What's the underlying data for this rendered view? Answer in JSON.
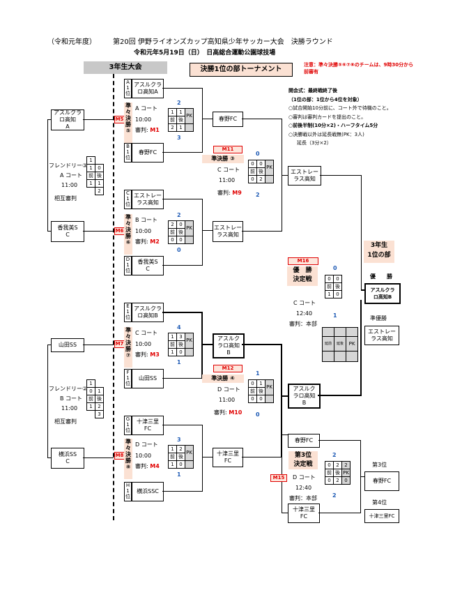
{
  "header": {
    "era": "（令和元年度）",
    "title": "第20回 伊野ライオンズカップ高知県少年サッカー大会　決勝ラウンド",
    "date_venue": "令和元年5月19日（日）　日高総合運動公園球技場"
  },
  "labels": {
    "grade": "3年生大会",
    "tournament": "決勝1位の部トーナメント",
    "notice": "注意：準々決勝⑤⑥⑦⑧のチームは、9時30分から前審有"
  },
  "rules": [
    "開会式：最終戦終了後",
    "（1位の部：1位から4位を対象）",
    "○試合開始10分前に、コート外で待機のこと。",
    "○審判は審判カードを提出のこと。",
    "○前後半制(10分×2)・ハーフタイム5分",
    "○決勝戦以外は延長戦無(PK：3人)",
    "延長（3分×2）"
  ],
  "common": {
    "first": "前",
    "second": "後",
    "pk": "PK",
    "first_v": "延前",
    "second_v": "延後",
    "mutual_ref": "相互審判",
    "time1100": "11:00",
    "time1000": "10:00",
    "time1240": "12:40",
    "ref": "審判:"
  },
  "left_teams": [
    {
      "name": "アスルクラロ高知\nA"
    },
    {
      "name": "香我美S\nC"
    },
    {
      "name": "山田SS"
    },
    {
      "name": "横浜SS\nC"
    }
  ],
  "friendlies": [
    {
      "title": "フレンドリー③",
      "court": "A コート",
      "time": "11:00",
      "ref": "相互審判",
      "score": [
        [
          "1",
          ""
        ],
        [
          "1",
          "0"
        ],
        [
          "前",
          "後"
        ],
        [
          "1",
          "1"
        ],
        [
          "2",
          ""
        ]
      ]
    },
    {
      "title": "フレンドリー②",
      "court": "B コート",
      "time": "11:00",
      "ref": "相互審判",
      "score": [
        [
          "1",
          ""
        ],
        [
          "0",
          "1"
        ],
        [
          "前",
          "後"
        ],
        [
          "1",
          "2"
        ],
        [
          "3",
          ""
        ]
      ]
    }
  ],
  "seeds": [
    {
      "rank": "A\n1\n位",
      "team": "アスルクラ\nロ高知A"
    },
    {
      "rank": "B\n1\n位",
      "team": "春野FC"
    },
    {
      "rank": "C\n1\n位",
      "team": "エストレー\nラス高知"
    },
    {
      "rank": "D\n1\n位",
      "team": "香我美S\nC"
    },
    {
      "rank": "E\n1\n位",
      "team": "アスルクラ\nロ高知B"
    },
    {
      "rank": "F\n1\n位",
      "team": "山田SS"
    },
    {
      "rank": "G\n1\n位",
      "team": "十津三里\nFC"
    },
    {
      "rank": "H\n1\n位",
      "team": "横浜SSC"
    }
  ],
  "qf_matches": [
    {
      "tag": "M5",
      "label": "準\n々\n決\n勝\n⑤",
      "court": "A コート",
      "ref": "M1",
      "top": "2",
      "bottom": "3",
      "rows": [
        [
          "1",
          "1"
        ],
        [
          "2",
          "1"
        ]
      ]
    },
    {
      "tag": "M6",
      "label": "準\n々\n決\n勝\n⑥",
      "court": "B コート",
      "ref": "M2",
      "top": "2",
      "bottom": "0",
      "rows": [
        [
          "2",
          "0"
        ],
        [
          "0",
          "0"
        ]
      ]
    },
    {
      "tag": "M7",
      "label": "準\n々\n決\n勝\n⑦",
      "court": "C コート",
      "ref": "M3",
      "top": "4",
      "bottom": "1",
      "rows": [
        [
          "1",
          "3"
        ],
        [
          "1",
          "0"
        ]
      ]
    },
    {
      "tag": "M8",
      "label": "準\n々\n決\n勝\n⑧",
      "court": "D コート",
      "ref": "M4",
      "top": "3",
      "bottom": "1",
      "rows": [
        [
          "1",
          "2"
        ],
        [
          "1",
          "0"
        ]
      ]
    }
  ],
  "qf_winners": [
    "春野FC",
    "エストレー\nラス高知",
    "アスルク\nラロ高知\nB",
    "十津三里\nFC"
  ],
  "sf_matches": [
    {
      "tag": "M11",
      "label": "準決勝 ③",
      "court": "C コート",
      "time": "11:00",
      "ref": "M9",
      "top": "0",
      "bottom": "2",
      "rows": [
        [
          "0",
          "0"
        ],
        [
          "0",
          "2"
        ]
      ]
    },
    {
      "tag": "M12",
      "label": "準決勝 ④",
      "court": "D コート",
      "time": "11:00",
      "ref": "M10",
      "top": "1",
      "bottom": "0",
      "rows": [
        [
          "0",
          "1"
        ],
        [
          "0",
          "0"
        ]
      ]
    }
  ],
  "sf_winners": [
    "エストレー\nラス高知",
    "アスルク\nラロ高知\nB"
  ],
  "final": {
    "tag": "M16",
    "label": "優　勝\n決定戦",
    "court": "C コート",
    "time": "12:40",
    "ref": "審判：本部",
    "top": "0",
    "bottom": "1",
    "rows": [
      [
        "0",
        "0"
      ],
      [
        "1",
        "0"
      ]
    ]
  },
  "third": {
    "tag": "M15",
    "label": "第3位\n決定戦",
    "court": "D コート",
    "time": "12:40",
    "ref": "審判：本部",
    "team_top": "春野FC",
    "team_bottom": "十津三里\nFC",
    "top": "2",
    "bottom": "2",
    "rows": [
      [
        "0",
        "2",
        "2"
      ],
      [
        "0",
        "2",
        "0"
      ]
    ]
  },
  "results": {
    "section": "3年生\n1位の部",
    "champion_label": "優　　勝",
    "champion": "アスルクラ\nロ高知B",
    "runner_label": "準優勝",
    "runner": "エストレー\nラス高知",
    "third_label": "第3位",
    "third": "春野FC",
    "fourth_label": "第4位",
    "fourth": "十津三里FC"
  }
}
